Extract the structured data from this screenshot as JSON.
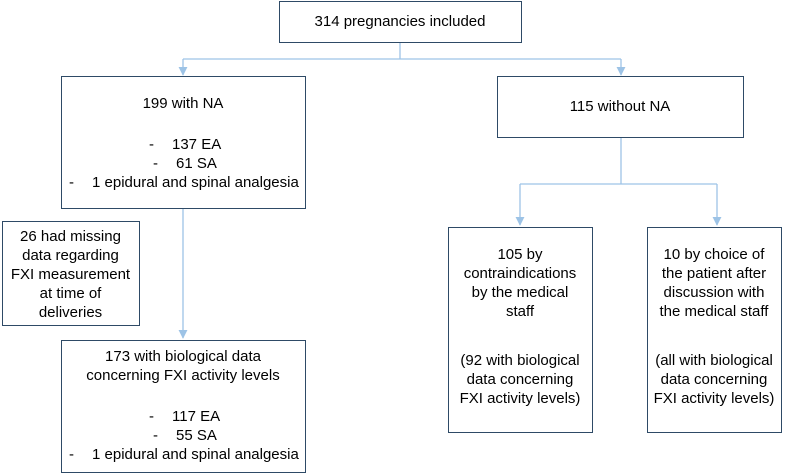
{
  "nodes": {
    "total": {
      "text": "314 pregnancies included"
    },
    "with_na": {
      "title": "199 with NA",
      "items": [
        "137 EA",
        "61 SA",
        "1 epidural and spinal analgesia"
      ]
    },
    "without_na": {
      "text": "115 without NA"
    },
    "missing": {
      "lines": [
        "26 had missing",
        "data regarding",
        "FXI measurement",
        "at time of",
        "deliveries"
      ]
    },
    "bio": {
      "lines": [
        "173 with biological data",
        "concerning FXI activity levels"
      ],
      "items": [
        "117 EA",
        "55 SA",
        "1 epidural and spinal analgesia"
      ]
    },
    "contra": {
      "lines": [
        "105 by",
        "contraindications",
        "by the medical",
        "staff"
      ],
      "note": [
        "(92 with  biological",
        "data concerning",
        "FXI activity levels)"
      ]
    },
    "choice": {
      "lines": [
        "10 by choice of",
        "the patient after",
        "discussion with",
        "the medical staff"
      ],
      "note": [
        "(all with biological",
        "data concerning",
        "FXI activity levels)"
      ]
    }
  },
  "colors": {
    "box_border": "#2e4a66",
    "connector": "#9dc3e6"
  },
  "bullet": "-"
}
